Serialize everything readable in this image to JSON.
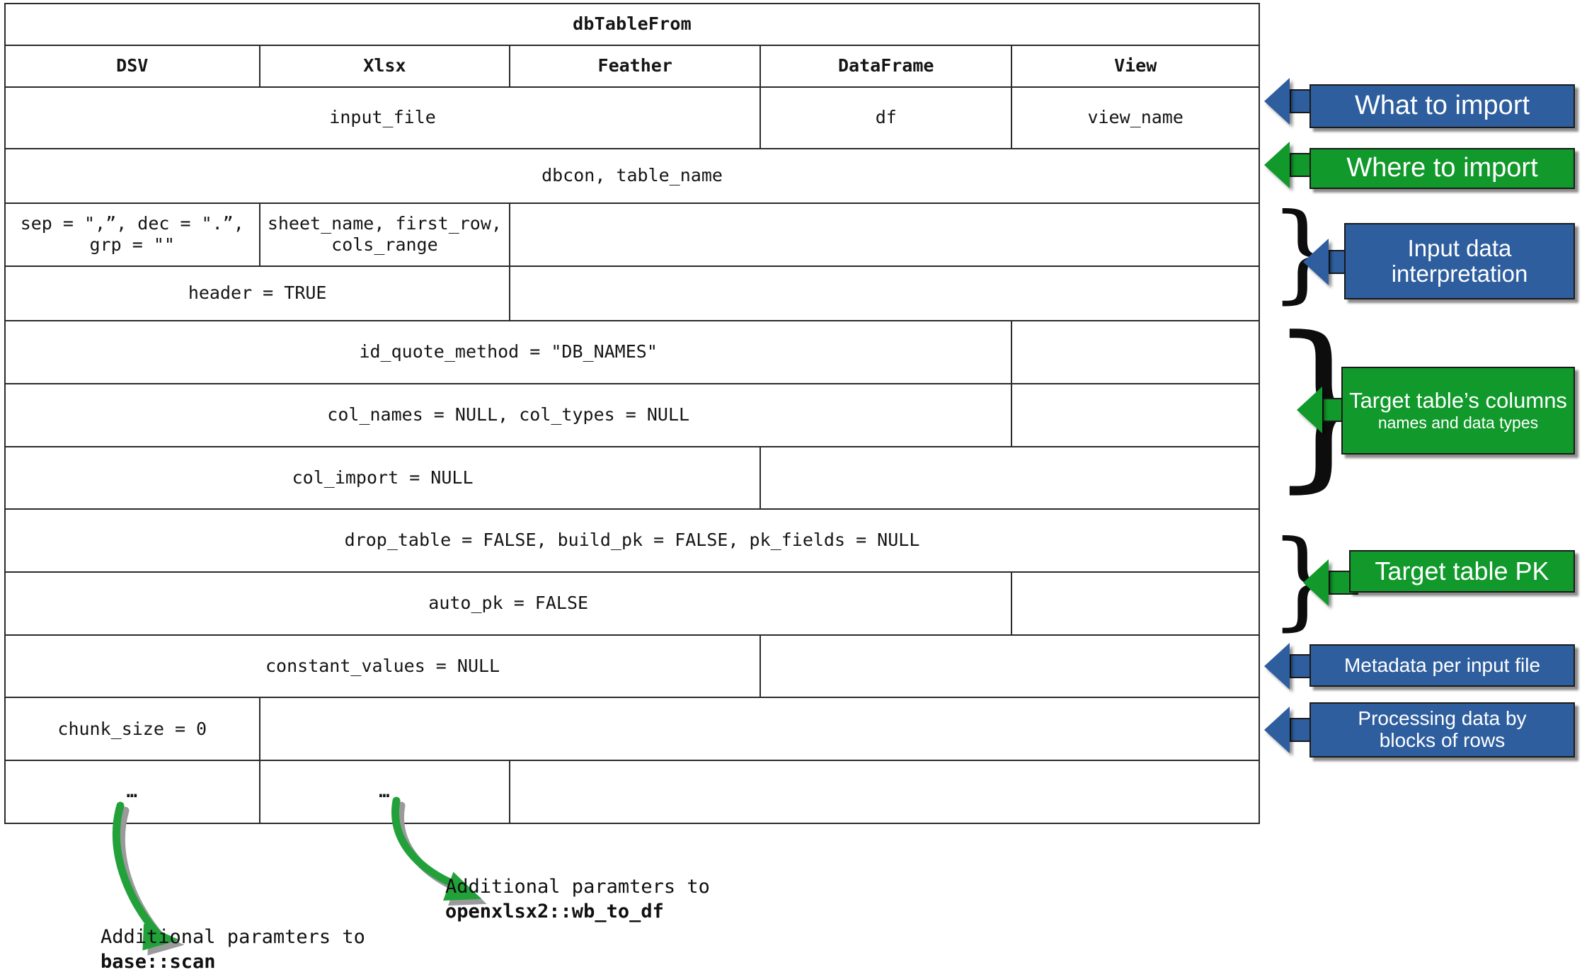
{
  "table": {
    "title": "dbTableFrom",
    "columns": [
      "DSV",
      "Xlsx",
      "Feather",
      "DataFrame",
      "View"
    ],
    "rows": [
      {
        "name": "what-to-import",
        "cells": [
          {
            "text": "input_file",
            "span": 3,
            "gray": false
          },
          {
            "text": "df",
            "span": 1,
            "gray": false
          },
          {
            "text": "view_name",
            "span": 1,
            "gray": false
          }
        ]
      },
      {
        "name": "where-to-import",
        "cells": [
          {
            "text": "dbcon, table_name",
            "span": 5,
            "gray": false
          }
        ]
      },
      {
        "name": "format-specific-parsing",
        "cells": [
          {
            "text": "sep = \",”, dec = \".”,\ngrp = \"\"",
            "span": 1,
            "gray": false
          },
          {
            "text": "sheet_name, first_row,\ncols_range",
            "span": 1,
            "gray": false
          },
          {
            "text": "",
            "span": 3,
            "gray": true
          }
        ]
      },
      {
        "name": "header-row",
        "cells": [
          {
            "text": "header = TRUE",
            "span": 2,
            "gray": false
          },
          {
            "text": "",
            "span": 3,
            "gray": true
          }
        ]
      },
      {
        "name": "id-quote-method-row",
        "cells": [
          {
            "text": "id_quote_method = \"DB_NAMES\"",
            "span": 4,
            "gray": false
          },
          {
            "text": "",
            "span": 1,
            "gray": true
          }
        ]
      },
      {
        "name": "col-names-types-row",
        "cells": [
          {
            "text": "col_names = NULL, col_types = NULL",
            "span": 4,
            "gray": false
          },
          {
            "text": "",
            "span": 1,
            "gray": true
          }
        ]
      },
      {
        "name": "col-import-row",
        "cells": [
          {
            "text": "col_import = NULL",
            "span": 3,
            "gray": false
          },
          {
            "text": "",
            "span": 2,
            "gray": true
          }
        ]
      },
      {
        "name": "drop-table-build-pk-row",
        "cells": [
          {
            "text": "drop_table = FALSE, build_pk = FALSE, pk_fields = NULL",
            "span": 5,
            "gray": false
          }
        ]
      },
      {
        "name": "auto-pk-row",
        "cells": [
          {
            "text": "auto_pk = FALSE",
            "span": 4,
            "gray": false
          },
          {
            "text": "",
            "span": 1,
            "gray": true
          }
        ]
      },
      {
        "name": "constant-values-row",
        "cells": [
          {
            "text": "constant_values = NULL",
            "span": 3,
            "gray": false
          },
          {
            "text": "",
            "span": 2,
            "gray": true
          }
        ]
      },
      {
        "name": "chunk-size-row",
        "cells": [
          {
            "text": "chunk_size = 0",
            "span": 1,
            "gray": false
          },
          {
            "text": "",
            "span": 4,
            "gray": true
          }
        ]
      },
      {
        "name": "ellipsis-row",
        "cells": [
          {
            "text": "…",
            "span": 1,
            "gray": false,
            "dots": true
          },
          {
            "text": "…",
            "span": 1,
            "gray": false,
            "dots": true
          },
          {
            "text": "",
            "span": 3,
            "gray": true
          }
        ]
      }
    ]
  },
  "callouts": [
    {
      "name": "what-to-import",
      "line1": "What to import",
      "line2": "",
      "color": "blue",
      "size": "large"
    },
    {
      "name": "where-to-import",
      "line1": "Where to import",
      "line2": "",
      "color": "green",
      "size": "large"
    },
    {
      "name": "input-data-interpretation",
      "line1": "Input data",
      "line2": "interpretation",
      "color": "blue",
      "size": "medium"
    },
    {
      "name": "target-table-columns",
      "line1": "Target table’s columns",
      "line2": "names and data types",
      "color": "green",
      "size": "medium"
    },
    {
      "name": "target-table-pk",
      "line1": "Target table PK",
      "line2": "",
      "color": "green",
      "size": "large"
    },
    {
      "name": "metadata-per-input-file",
      "line1": "Metadata per input file",
      "line2": "",
      "color": "blue",
      "size": "small"
    },
    {
      "name": "processing-data-blocks",
      "line1": "Processing data by",
      "line2": "blocks of rows",
      "color": "blue",
      "size": "small"
    }
  ],
  "annotations": {
    "dsv_note_line1": "Additional paramters to",
    "dsv_note_line2": "base::scan",
    "xlsx_note_line1": "Additional paramters to",
    "xlsx_note_line2": "openxlsx2::wb_to_df"
  },
  "colors": {
    "blue": "#2E5E9E",
    "green": "#11992B",
    "gray_cell": "#808080",
    "border": "#2b2b2b",
    "arrow_green": "#1FA337"
  }
}
